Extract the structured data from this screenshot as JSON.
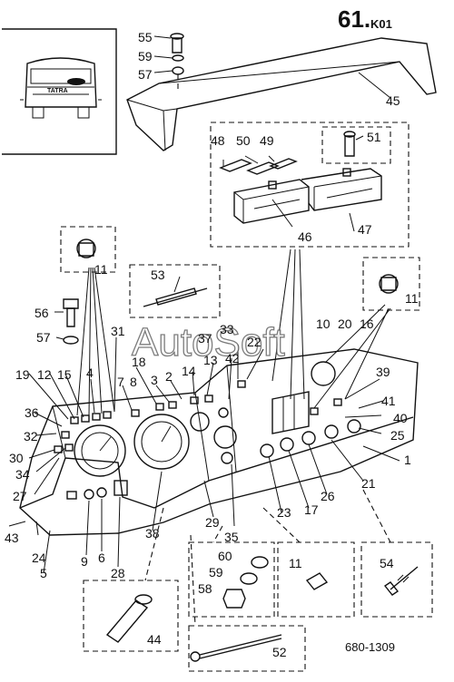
{
  "page": {
    "number": "61.",
    "suffix": "K01",
    "drawing_id": "680-1309"
  },
  "watermark": "AutoSoft",
  "inset_truck_label": "TATRA",
  "callouts": {
    "c55": "55",
    "c59a": "59",
    "c57a": "57",
    "c45": "45",
    "c48": "48",
    "c50": "50",
    "c49": "49",
    "c51": "51",
    "c46": "46",
    "c47": "47",
    "c11a": "11",
    "c53": "53",
    "c11b": "11",
    "c56": "56",
    "c57b": "57",
    "c31": "31",
    "c37": "37",
    "c33": "33",
    "c22": "22",
    "c10": "10",
    "c20": "20",
    "c16": "16",
    "c19": "19",
    "c12": "12",
    "c15": "15",
    "c4": "4",
    "c7": "7",
    "c8": "8",
    "c18": "18",
    "c3": "3",
    "c2": "2",
    "c14": "14",
    "c13": "13",
    "c42": "42",
    "c39": "39",
    "c36": "36",
    "c32": "32",
    "c30": "30",
    "c34": "34",
    "c27": "27",
    "c41": "41",
    "c40": "40",
    "c25": "25",
    "c1": "1",
    "c21": "21",
    "c26": "26",
    "c17": "17",
    "c23": "23",
    "c43": "43",
    "c24": "24",
    "c5": "5",
    "c9": "9",
    "c6": "6",
    "c28": "28",
    "c38": "38",
    "c29": "29",
    "c35": "35",
    "c60": "60",
    "c59b": "59",
    "c58": "58",
    "c11c": "11",
    "c54": "54",
    "c44": "44",
    "c52": "52"
  }
}
